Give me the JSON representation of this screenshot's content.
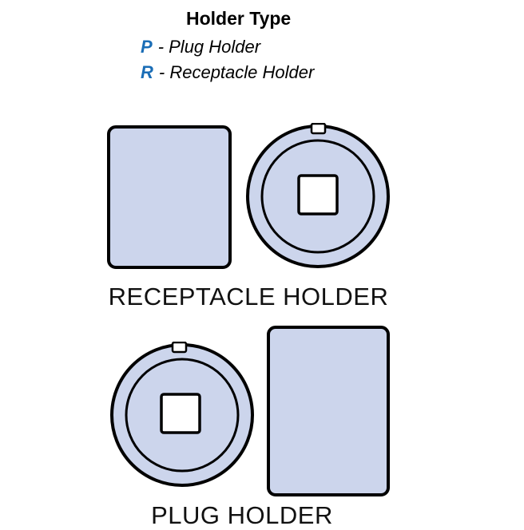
{
  "legend": {
    "title": "Holder Type",
    "entries": [
      {
        "code": "P",
        "label": "- Plug Holder"
      },
      {
        "code": "R",
        "label": "- Receptacle Holder"
      }
    ]
  },
  "figures": [
    {
      "id": "receptacle-holder",
      "caption": "RECEPTACLE HOLDER",
      "views": [
        "side-profile-rectangle",
        "front-face-with-square-drive-and-keyway-notch"
      ]
    },
    {
      "id": "plug-holder",
      "caption": "PLUG HOLDER",
      "views": [
        "front-face-with-square-drive-and-keyway-notch",
        "side-profile-rectangle"
      ]
    }
  ],
  "colors": {
    "accent_blue": "#1a6db6",
    "shape_fill": "#ccd5ec",
    "shape_stroke": "#000000"
  }
}
